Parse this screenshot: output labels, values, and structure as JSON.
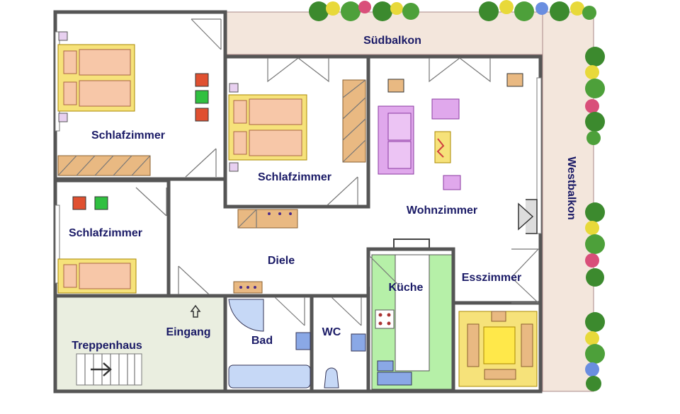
{
  "plan": {
    "rooms": {
      "schlafzimmer_1": "Schlafzimmer",
      "schlafzimmer_2": "Schlafzimmer",
      "schlafzimmer_3": "Schlafzimmer",
      "suedbalkon": "Südbalkon",
      "westbalkon": "Westbalkon",
      "wohnzimmer": "Wohnzimmer",
      "diele": "Diele",
      "kueche": "Küche",
      "esszimmer": "Esszimmer",
      "treppenhaus": "Treppenhaus",
      "eingang": "Eingang",
      "bad": "Bad",
      "wc": "WC"
    },
    "colors": {
      "wall": "#555555",
      "balcony": "#f3e6dc",
      "bed_frame": "#f6e27a",
      "bed_mattress": "#f7c7a8",
      "wardrobe": "#e9b982",
      "sofa": "#e0a8ec",
      "kitchen": "#b6f0a8",
      "plant_green": "#3c8a2e",
      "stair_floor": "#eaeee0",
      "label": "#1a1a66"
    }
  }
}
